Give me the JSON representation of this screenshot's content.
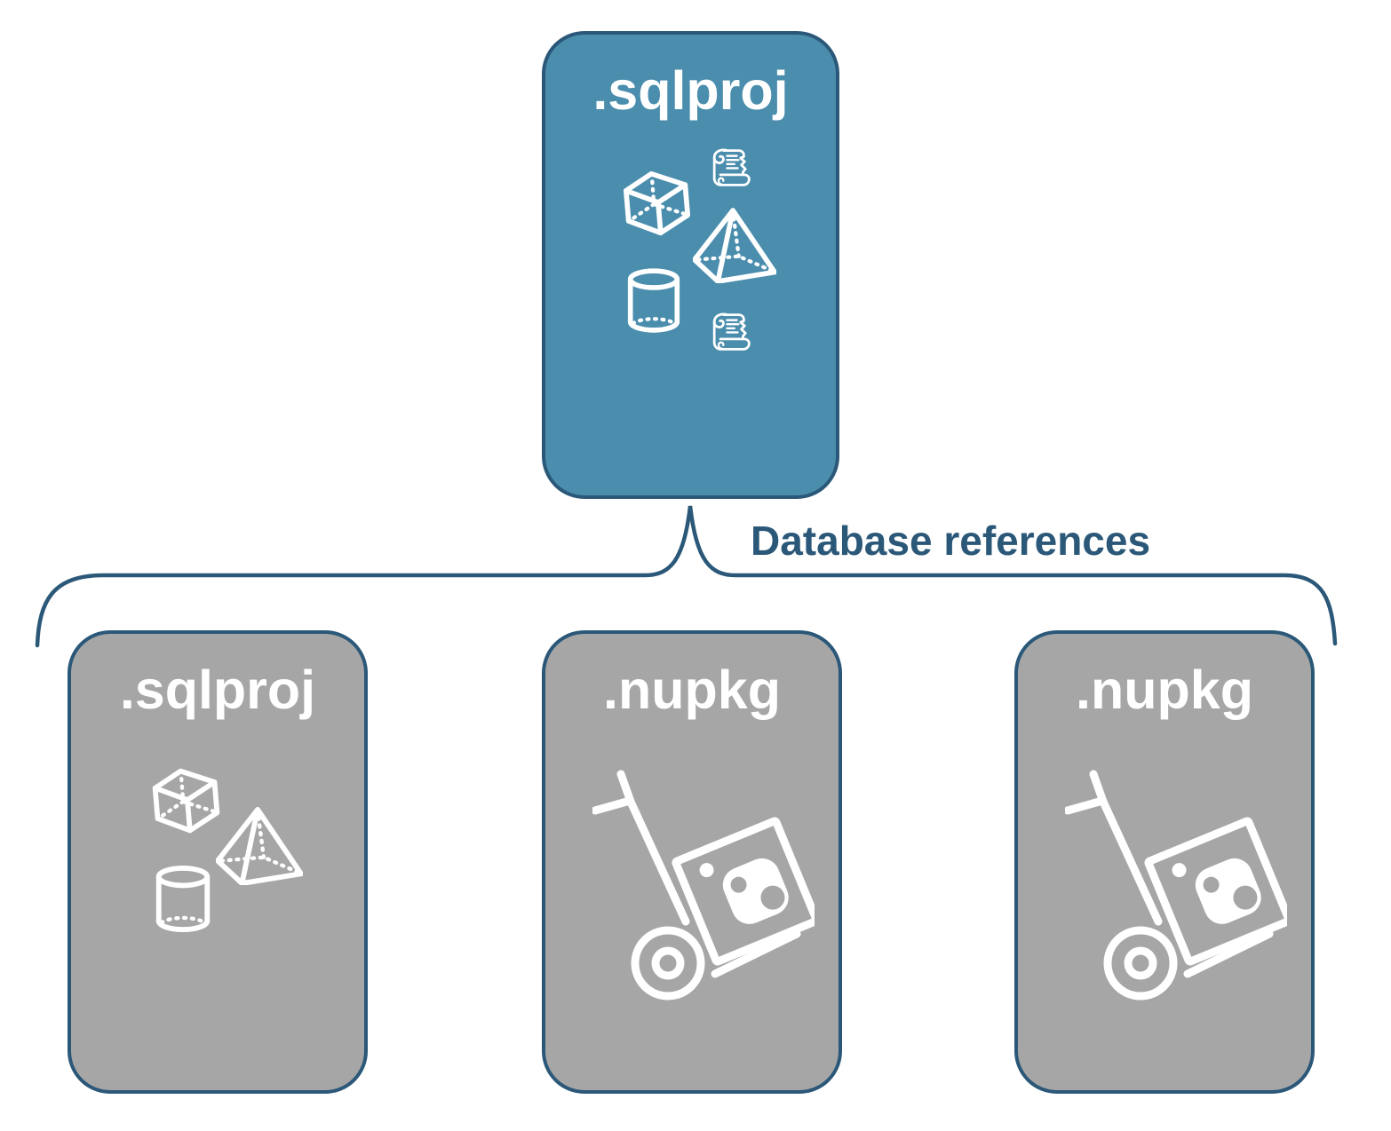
{
  "diagram": {
    "root_node": {
      "label": ".sqlproj",
      "icons": [
        "script-scroll-icon",
        "cube-icon",
        "pyramid-icon",
        "cylinder-icon",
        "script-scroll-icon"
      ]
    },
    "connector": {
      "label": "Database references"
    },
    "child_nodes": [
      {
        "label": ".sqlproj",
        "icons": [
          "cube-icon",
          "pyramid-icon",
          "cylinder-icon"
        ]
      },
      {
        "label": ".nupkg",
        "icons": [
          "nuget-package-dolly-icon"
        ]
      },
      {
        "label": ".nupkg",
        "icons": [
          "nuget-package-dolly-icon"
        ]
      }
    ],
    "colors": {
      "root_fill": "#4A8DAD",
      "child_fill": "#A6A6A6",
      "line": "#2B5878",
      "node_text": "#FFFFFF"
    }
  }
}
